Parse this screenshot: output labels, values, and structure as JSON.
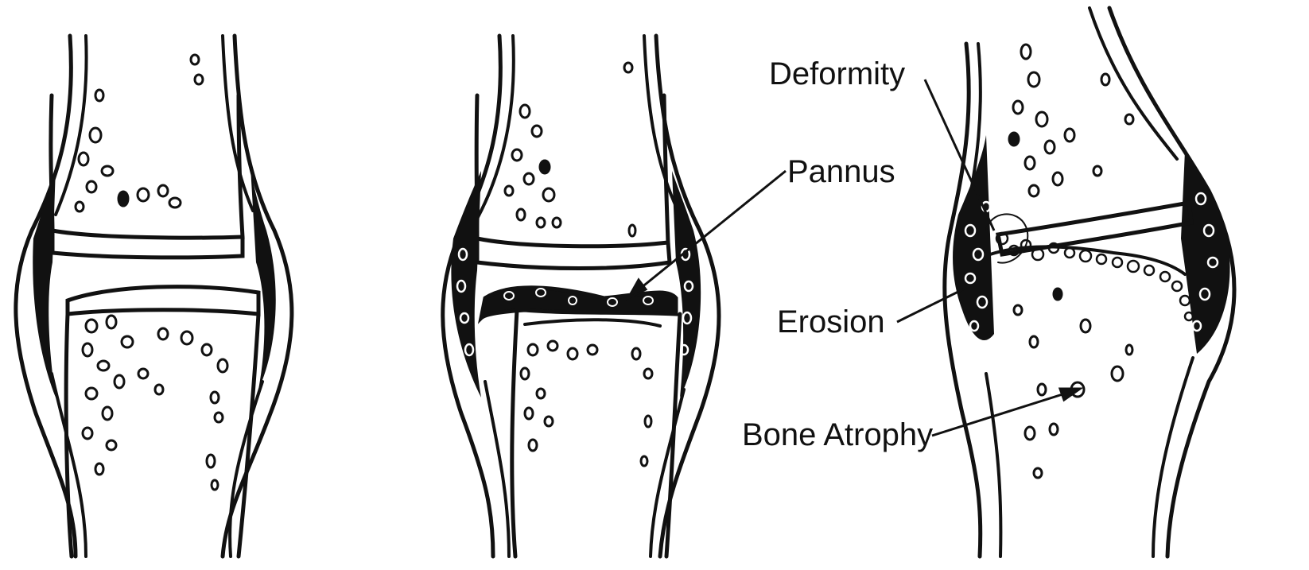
{
  "diagram": {
    "panels": [
      {
        "id": "normal"
      },
      {
        "id": "early"
      },
      {
        "id": "advanced"
      }
    ],
    "labels": {
      "deformity": "Deformity",
      "pannus": "Pannus",
      "erosion": "Erosion",
      "bone_atrophy": "Bone Atrophy"
    },
    "colors": {
      "ink": "#111111",
      "background": "#ffffff"
    }
  }
}
